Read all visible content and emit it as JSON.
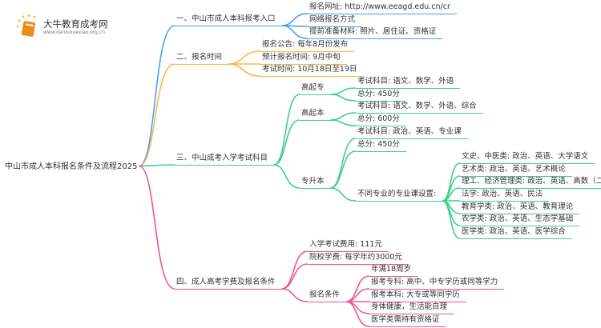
{
  "logo": {
    "name": "大牛教育成考网",
    "url": "www.daniuxuexiao.org.cn"
  },
  "colors": {
    "b1": "#4a9ff5",
    "b2": "#f7b844",
    "b3": "#3fcf8e",
    "b4": "#f0559a"
  },
  "root": "中山市成人本科报名条件及流程2025",
  "b1": {
    "label": "一、中山市成人本科报考入口",
    "items": [
      "报名网址: http://www.eeagd.edu.cn/cr",
      "网络报名方式",
      "提前准备材料: 照片、居住证、资格证"
    ]
  },
  "b2": {
    "label": "二、报名时间",
    "items": [
      "报名公告: 每年8月份发布",
      "预计报名时间: 9月中旬",
      "考试时间: 10月18日至19日"
    ]
  },
  "b3": {
    "label": "三、中山成考入学考试科目",
    "gqz": {
      "label": "高起专",
      "items": [
        "考试科目: 语文、数学、外语",
        "总分: 450分"
      ]
    },
    "gqb": {
      "label": "高起本",
      "items": [
        "考试科目: 语文、数学、外语、综合",
        "总分: 600分"
      ]
    },
    "zsb": {
      "label": "专升本",
      "items": [
        "考试科目: 政治、英语、专业课",
        "总分: 450分"
      ],
      "majors": {
        "label": "不同专业的专业课设置:",
        "items": [
          "文史、中医类: 政治、英语、大学语文",
          "艺术类: 政治、英语、艺术概论",
          "理工、经济管理类: 政治、英语、高数（二）",
          "法学: 政治、英语、民法",
          "教育学类: 政治、英语、教育理论",
          "农学类: 政治、英语、生态学基础",
          "医学类: 政治、英语、医学综合"
        ]
      }
    }
  },
  "b4": {
    "label": "四、成人高考学费及报名条件",
    "items": [
      "入学考试费用: 111元",
      "院校学费: 每学年约3000元"
    ],
    "cond": {
      "label": "报名条件",
      "items": [
        "年满18周岁",
        "报考专科: 高中、中专学历或同等学力",
        "报考本科: 大专或等同学历",
        "身体健康，生活能自理",
        "医学类需持有资格证"
      ]
    }
  }
}
